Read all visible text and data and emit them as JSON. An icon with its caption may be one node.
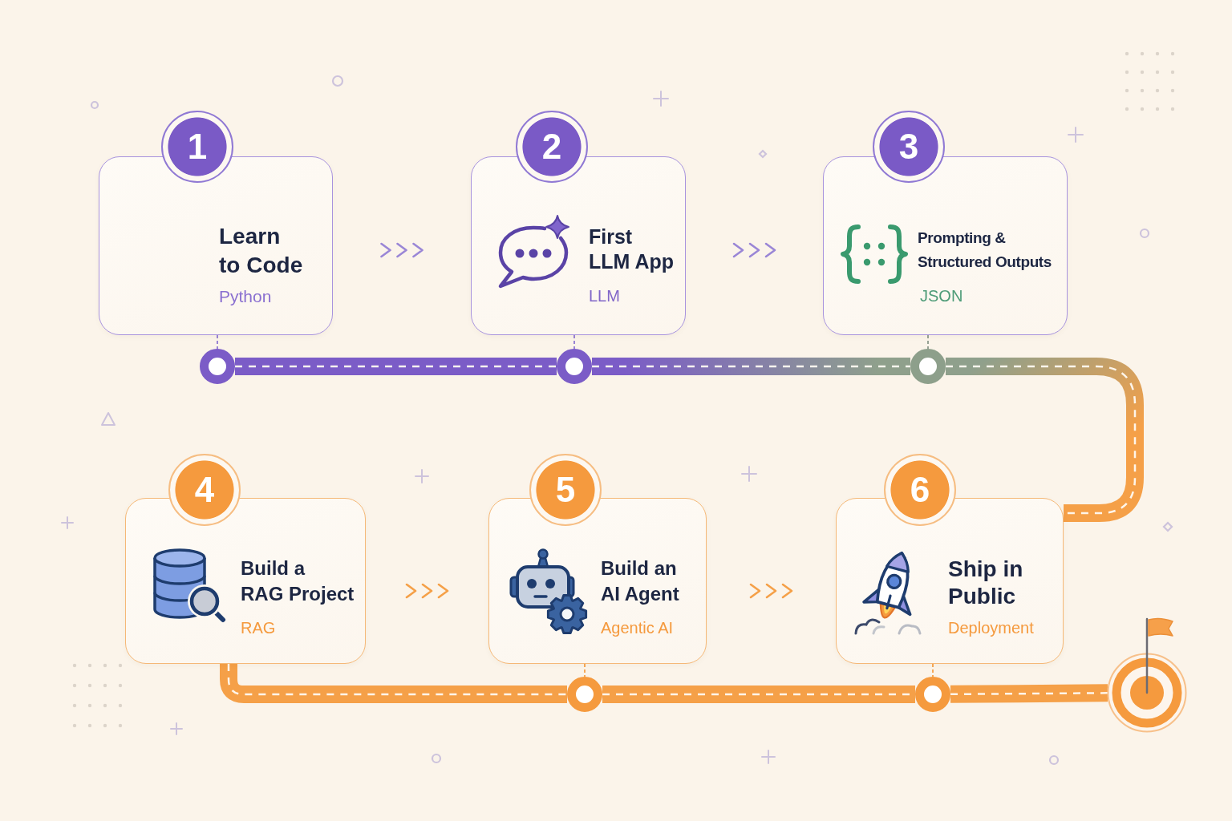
{
  "diagram": {
    "nodes": [
      {
        "text": [
          "1"
        ]
      },
      {
        "text": [
          "Learn to Code",
          "Python"
        ]
      },
      {
        "text": [
          "2"
        ]
      },
      {
        "text": [
          "First LLM App",
          "LLM"
        ]
      },
      {
        "text": [
          "3"
        ]
      },
      {
        "text": [
          "Prompting & Structured Outputs",
          "JSON"
        ]
      },
      {
        "text": [],
        "shape": "circle"
      },
      {
        "text": [],
        "shape": "circle"
      },
      {
        "text": [],
        "shape": "circle"
      },
      {
        "text": [
          "4"
        ]
      },
      {
        "text": [
          "Build a RAG Project",
          "RAG"
        ]
      },
      {
        "text": [
          "5"
        ]
      },
      {
        "text": [
          "Build an AI Agent",
          "Agentic AI"
        ]
      },
      {
        "text": [
          "6"
        ]
      },
      {
        "text": [
          "Ship in Public",
          "Deployment"
        ]
      },
      {
        "text": [],
        "shape": "circle"
      },
      {
        "text": [],
        "shape": "circle"
      },
      {
        "text": [],
        "shape": "circle"
      }
    ],
    "edges": [
      {
        "from": 1,
        "to": 3,
        "arrow": "to",
        "color": "#9a86d6"
      },
      {
        "from": 3,
        "to": 5,
        "arrow": "to",
        "color": "#9a86d6"
      },
      {
        "from": 10,
        "to": 12,
        "arrow": "to"
      },
      {
        "from": 12,
        "to": 14,
        "arrow": "to"
      },
      {
        "from": 1,
        "to": 6,
        "arrow": "none",
        "style": "dashed",
        "color": "#8f78d2"
      },
      {
        "from": 3,
        "to": 7,
        "arrow": "none",
        "style": "dashed",
        "color": "#8f78d2"
      },
      {
        "from": 5,
        "to": 8,
        "arrow": "none",
        "style": "dashed",
        "color": "#8d9a8c"
      },
      {
        "from": 12,
        "to": 15,
        "arrow": "none",
        "style": "dashed"
      },
      {
        "from": 14,
        "to": 16,
        "arrow": "none",
        "style": "dashed"
      },
      {
        "from": 6,
        "to": 7,
        "arrow": "none",
        "style": "thick",
        "color": "#7b5cc7"
      },
      {
        "from": 7,
        "to": 8,
        "arrow": "none",
        "style": "thick",
        "color": "#8fa08c"
      },
      {
        "from": 8,
        "to": 14,
        "arrow": "none",
        "style": "thick"
      },
      {
        "from": 10,
        "to": 15,
        "arrow": "none",
        "style": "thick"
      },
      {
        "from": 15,
        "to": 16,
        "arrow": "none",
        "style": "thick"
      },
      {
        "from": 16,
        "to": 17,
        "arrow": "none",
        "style": "thick"
      }
    ]
  }
}
